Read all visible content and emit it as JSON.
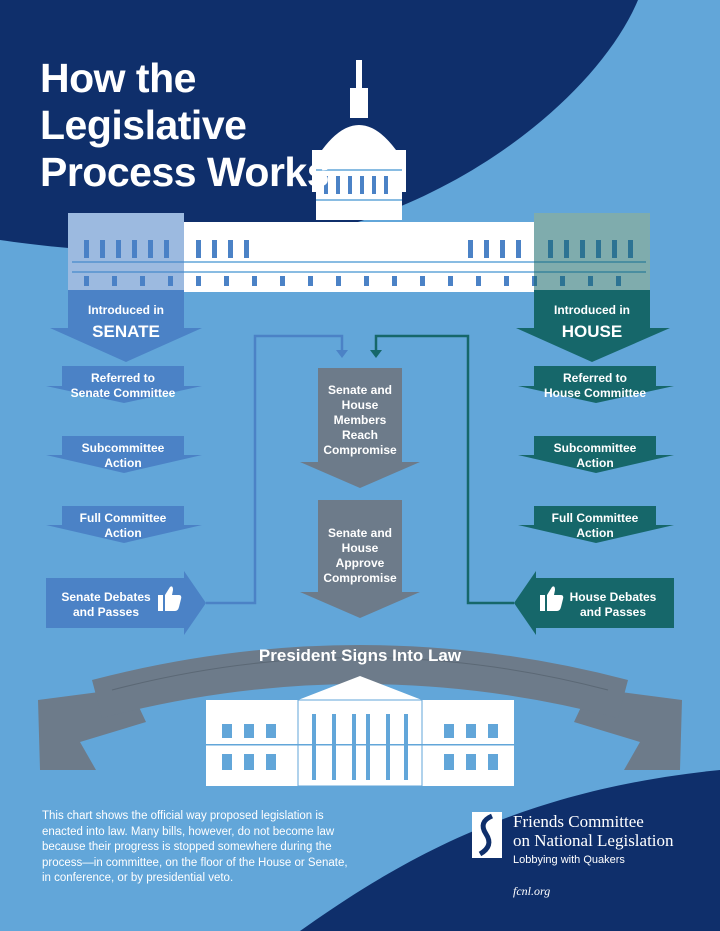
{
  "title": [
    "How the",
    "Legislative",
    "Process Works"
  ],
  "colors": {
    "navy": "#0f2f6b",
    "sky": "#62a6d9",
    "senate": "#4b82c6",
    "house": "#16676a",
    "gray": "#6d7b8a",
    "white": "#ffffff"
  },
  "senate": {
    "intro_line": "Introduced in",
    "intro_chamber": "SENATE",
    "steps": [
      [
        "Referred to",
        "Senate Committee"
      ],
      [
        "Subcommittee",
        "Action"
      ],
      [
        "Full Committee",
        "Action"
      ]
    ],
    "final": [
      "Senate Debates",
      "and Passes"
    ]
  },
  "house": {
    "intro_line": "Introduced in",
    "intro_chamber": "HOUSE",
    "steps": [
      [
        "Referred to",
        "House Committee"
      ],
      [
        "Subcommittee",
        "Action"
      ],
      [
        "Full Committee",
        "Action"
      ]
    ],
    "final": [
      "House Debates",
      "and Passes"
    ]
  },
  "middle": {
    "compromise": [
      "Senate and",
      "House",
      "Members",
      "Reach",
      "Compromise"
    ],
    "approve": [
      "Senate and",
      "House",
      "Approve",
      "Compromise"
    ]
  },
  "banner": "President Signs Into Law",
  "footnote": "This chart shows the official way proposed legislation is enacted into law. Many bills, however, do not become law because their progress is stopped somewhere during the process—in committee, on the floor of the House or Senate, in conference, or by presidential veto.",
  "org": {
    "name_line1": "Friends Committee",
    "name_line2": "on National Legislation",
    "tagline": "Lobbying with Quakers",
    "url": "fcnl.org"
  },
  "icons": [
    "capitol-icon",
    "white-house-icon",
    "thumbs-up-icon",
    "fcnl-logo-icon"
  ]
}
